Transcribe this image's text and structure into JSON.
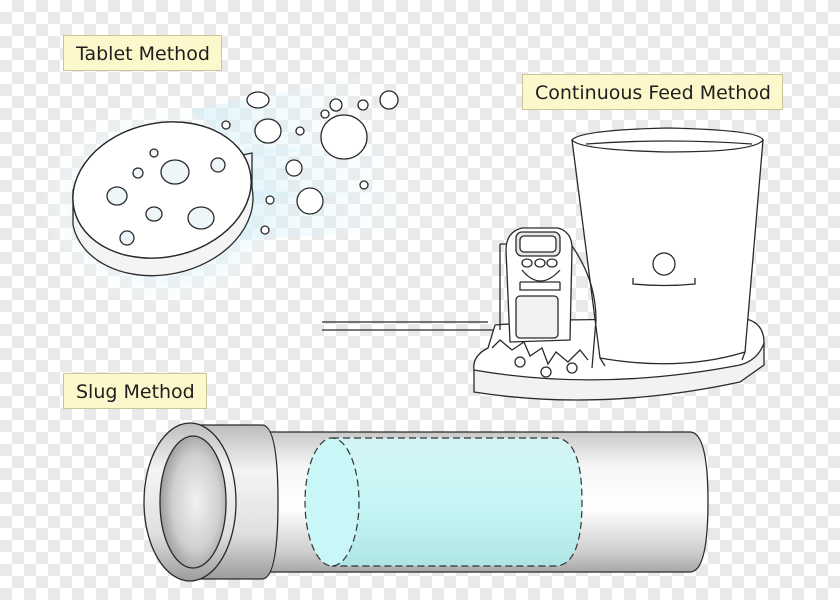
{
  "labels": {
    "tablet": "Tablet Method",
    "continuous_feed": "Continuous Feed Method",
    "slug": "Slug Method"
  },
  "colors": {
    "label_fill": "#fdf8cc",
    "label_border": "#c9c49a",
    "water": "#bff4f4",
    "bubble": "#e6f5fb",
    "outline": "#2a2a2a"
  },
  "icons": [
    "tablet-disc-icon",
    "bubbles-icon",
    "feed-tank-icon",
    "feed-pump-icon",
    "pipe-icon",
    "slug-segment-icon"
  ]
}
